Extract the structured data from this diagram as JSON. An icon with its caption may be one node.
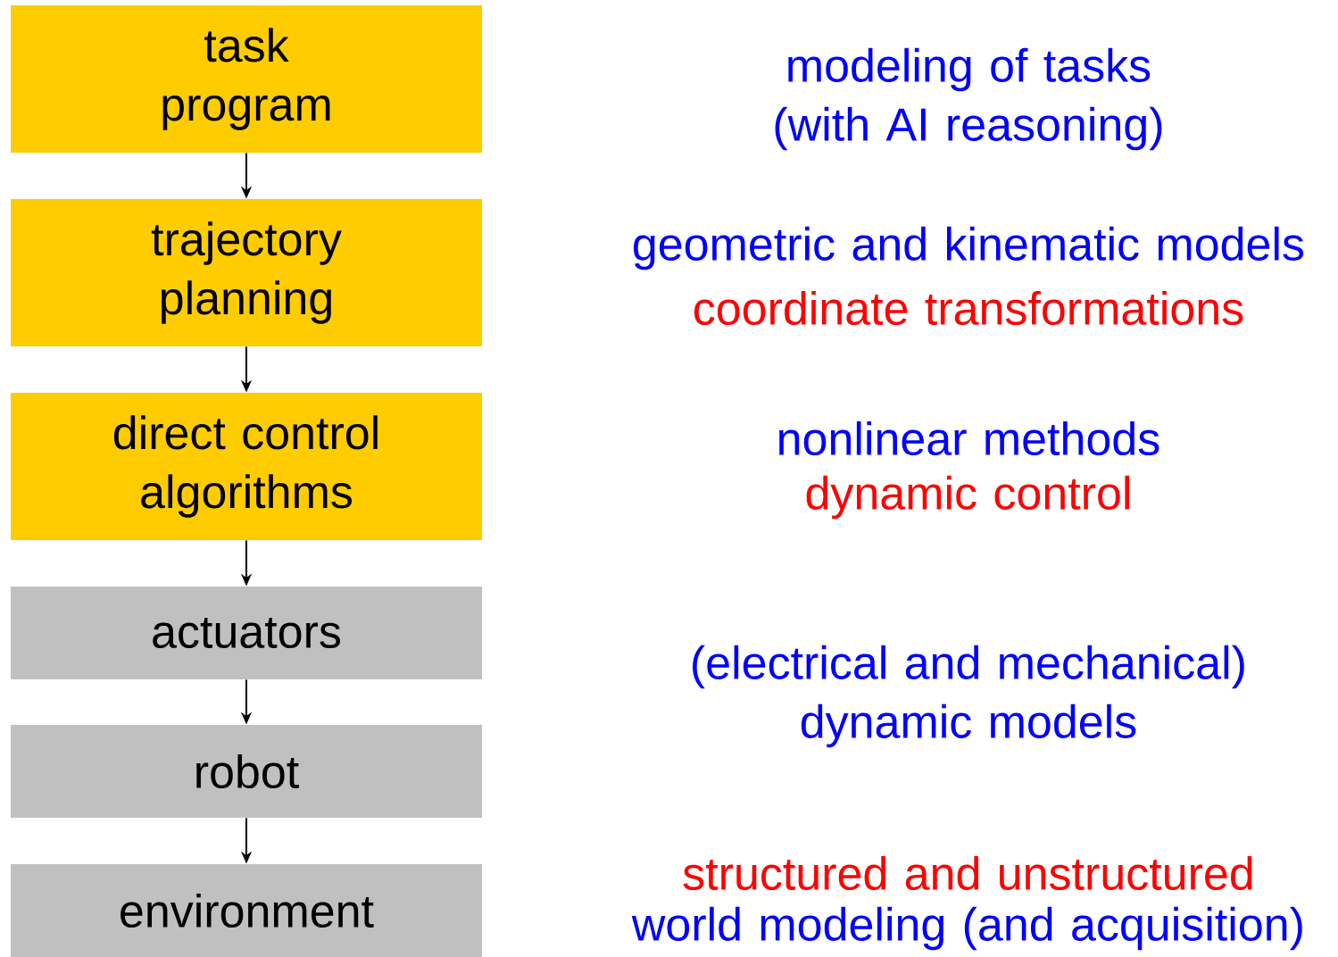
{
  "diagram": {
    "nodes": [
      {
        "text": [
          "task program"
        ]
      },
      {
        "text": [
          "trajectory planning"
        ]
      },
      {
        "text": [
          "direct control algorithms"
        ]
      },
      {
        "text": [
          "actuators"
        ]
      },
      {
        "text": [
          "robot"
        ]
      },
      {
        "text": [
          "environment"
        ]
      }
    ],
    "edges": [
      {
        "from": 0,
        "to": 1,
        "arrow": "to"
      },
      {
        "from": 1,
        "to": 2,
        "arrow": "to"
      },
      {
        "from": 2,
        "to": 3,
        "arrow": "to"
      },
      {
        "from": 3,
        "to": 4,
        "arrow": "to"
      },
      {
        "from": 4,
        "to": 5,
        "arrow": "to"
      }
    ],
    "labels": [
      "modeling of tasks (with AI reasoning)",
      "geometric and kinematic models",
      "coordinate transformations",
      "nonlinear methods",
      "dynamic control",
      "(electrical and mechanical) dynamic models",
      "structured and unstructured",
      "world modeling (and acquisition)"
    ]
  }
}
